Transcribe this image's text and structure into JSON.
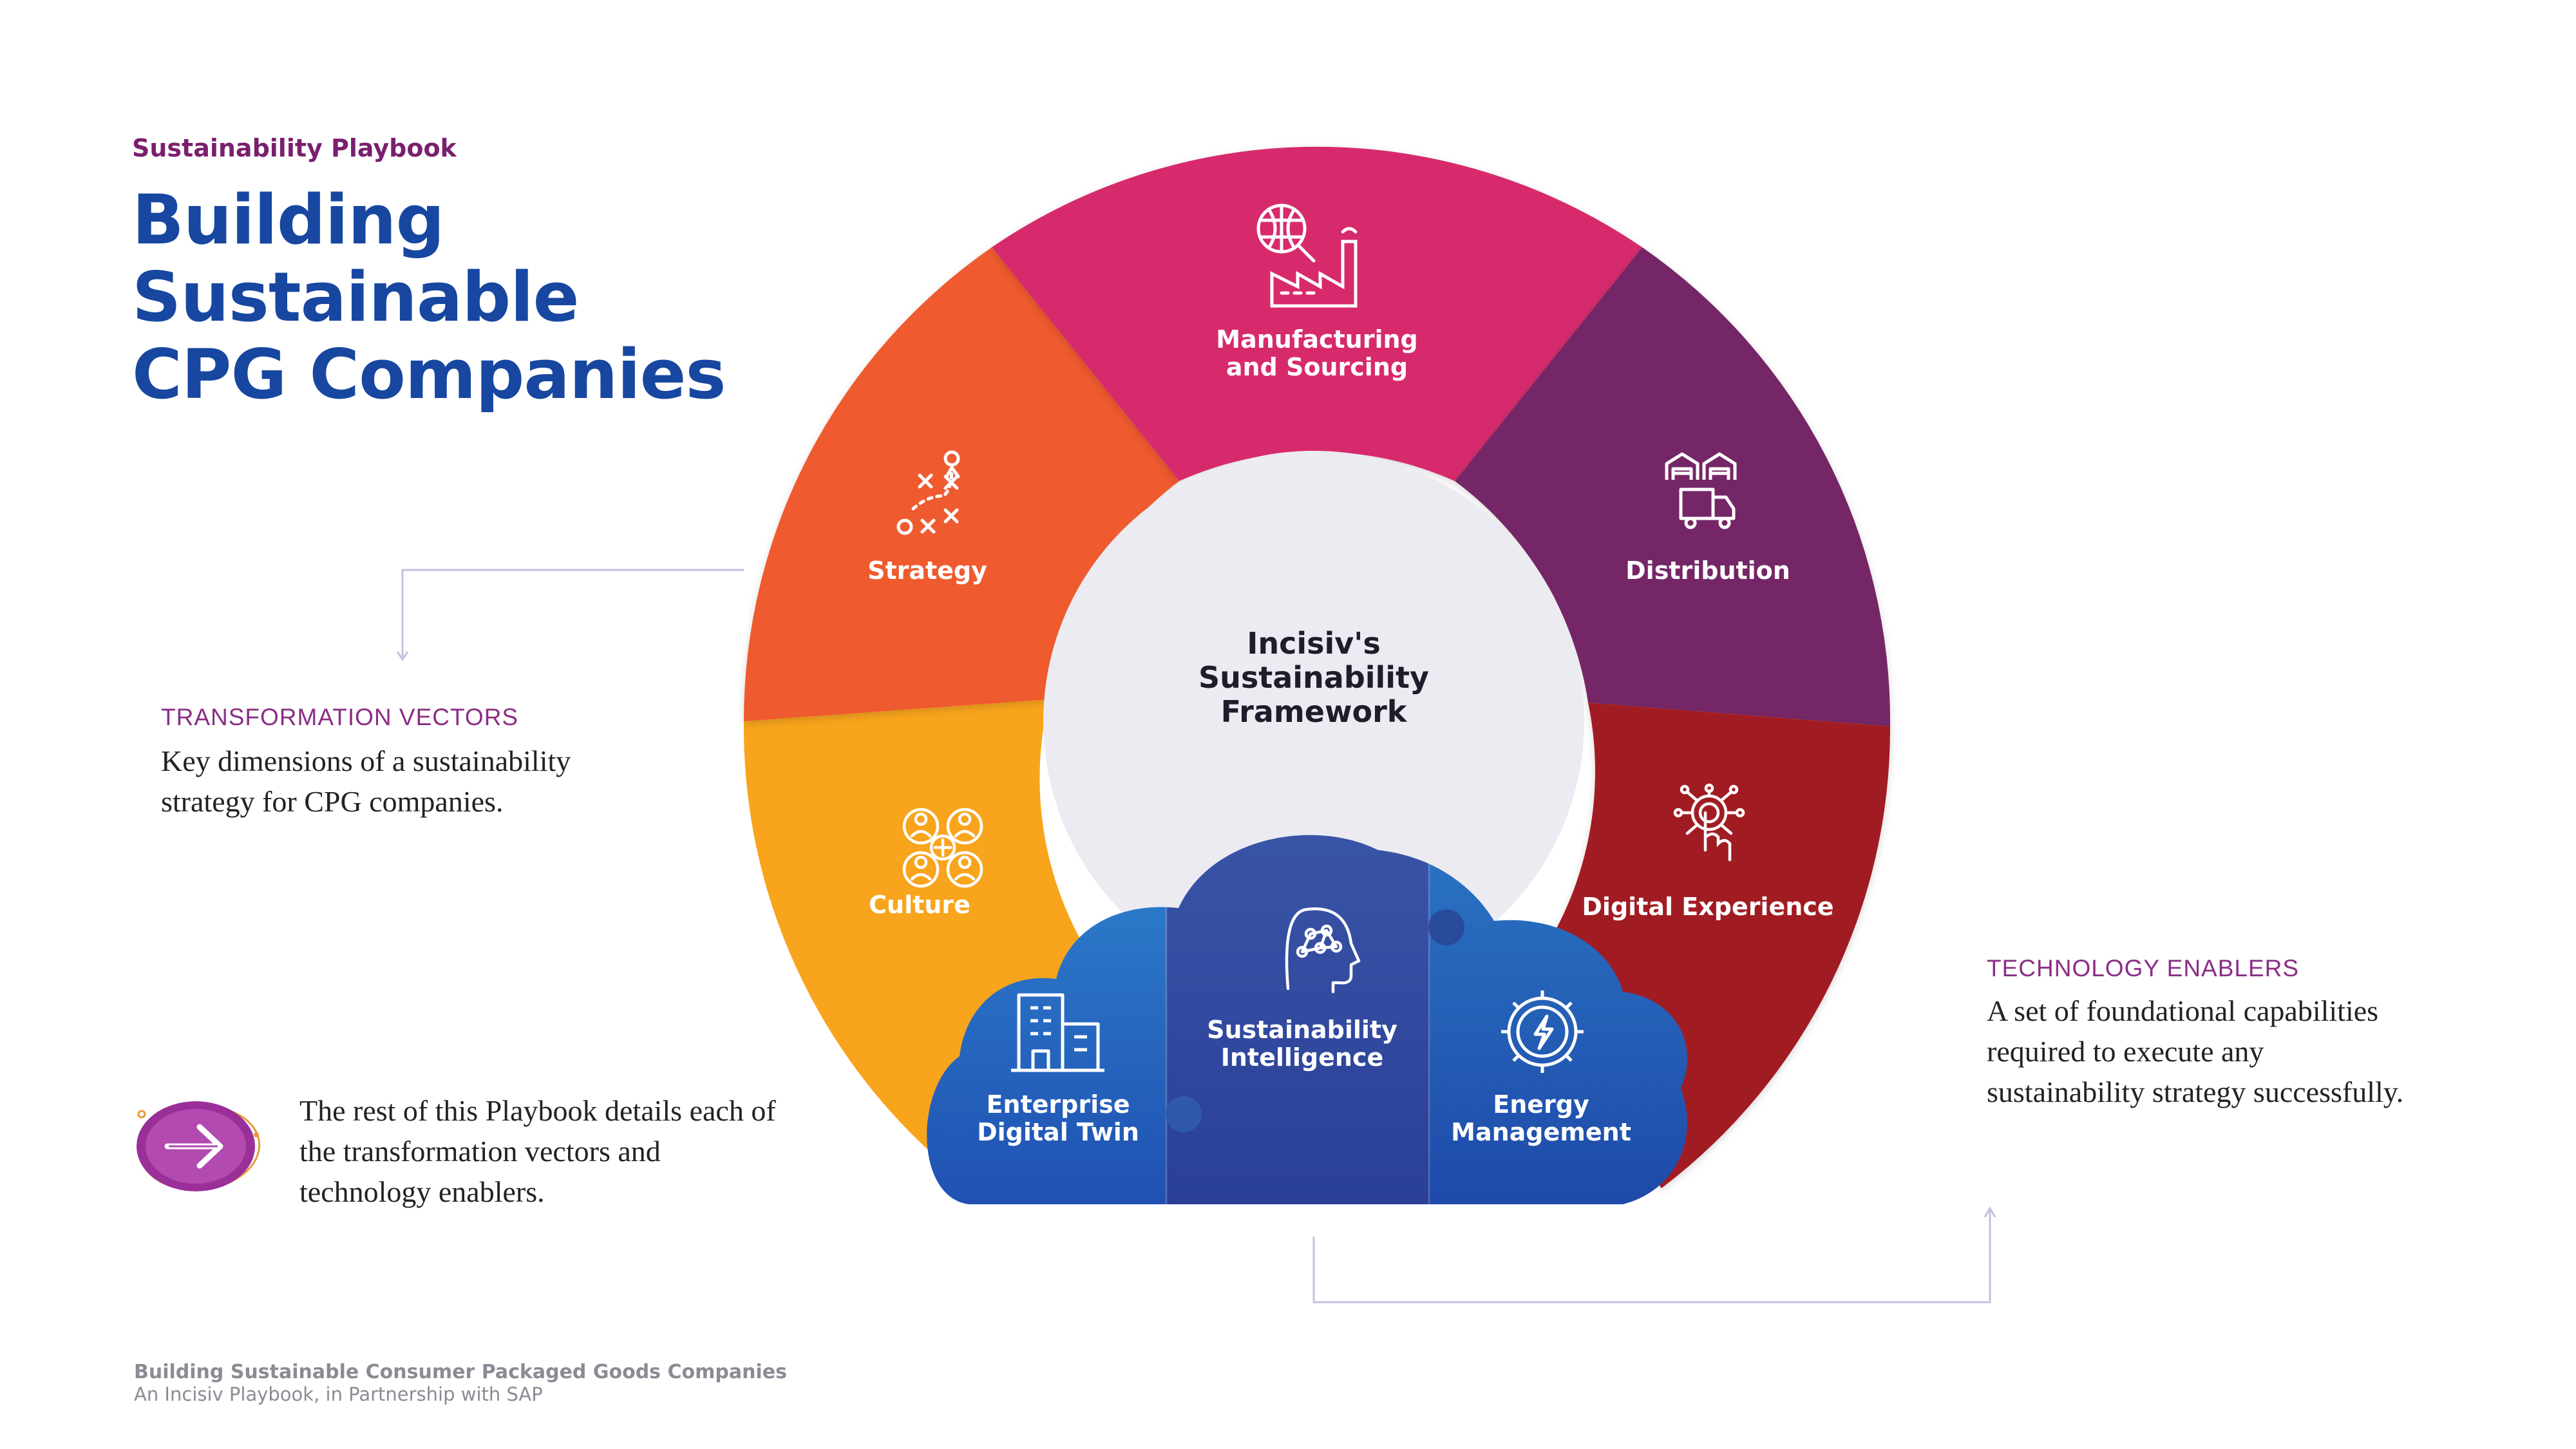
{
  "header": {
    "kicker": "Sustainability Playbook",
    "title": "Building Sustainable CPG Companies"
  },
  "transformation": {
    "heading": "TRANSFORMATION VECTORS",
    "body": "Key dimensions of a sustainability strategy for CPG companies."
  },
  "technology": {
    "heading": "TECHNOLOGY ENABLERS",
    "body": "A set of foundational capabilities required to execute any sustainability strategy successfully."
  },
  "note": {
    "body": "The rest of this Playbook details each of the transformation vectors and technology enablers."
  },
  "framework": {
    "center_line1": "Incisiv's",
    "center_line2": "Sustainability",
    "center_line3": "Framework",
    "segments": [
      {
        "label": "Culture",
        "color": "#f8a41c",
        "icon": "team-icon"
      },
      {
        "label": "Strategy",
        "color": "#ef5a2f",
        "icon": "game-plan-icon"
      },
      {
        "label_line1": "Manufacturing",
        "label_line2": "and Sourcing",
        "color": "#d72b6c",
        "icon": "factory-icon"
      },
      {
        "label": "Distribution",
        "color": "#752866",
        "icon": "warehouse-truck-icon"
      },
      {
        "label": "Digital Experience",
        "color": "#a11e23",
        "icon": "touch-network-icon"
      }
    ],
    "enablers": [
      {
        "label_line1": "Enterprise",
        "label_line2": "Digital Twin",
        "icon": "building-icon"
      },
      {
        "label_line1": "Sustainability",
        "label_line2": "Intelligence",
        "icon": "brain-head-icon"
      },
      {
        "label_line1": "Energy",
        "label_line2": "Management",
        "icon": "energy-gear-icon"
      }
    ]
  },
  "footer": {
    "line1": "Building Sustainable Consumer Packaged Goods Companies",
    "line2": "An Incisiv Playbook, in Partnership with SAP"
  }
}
